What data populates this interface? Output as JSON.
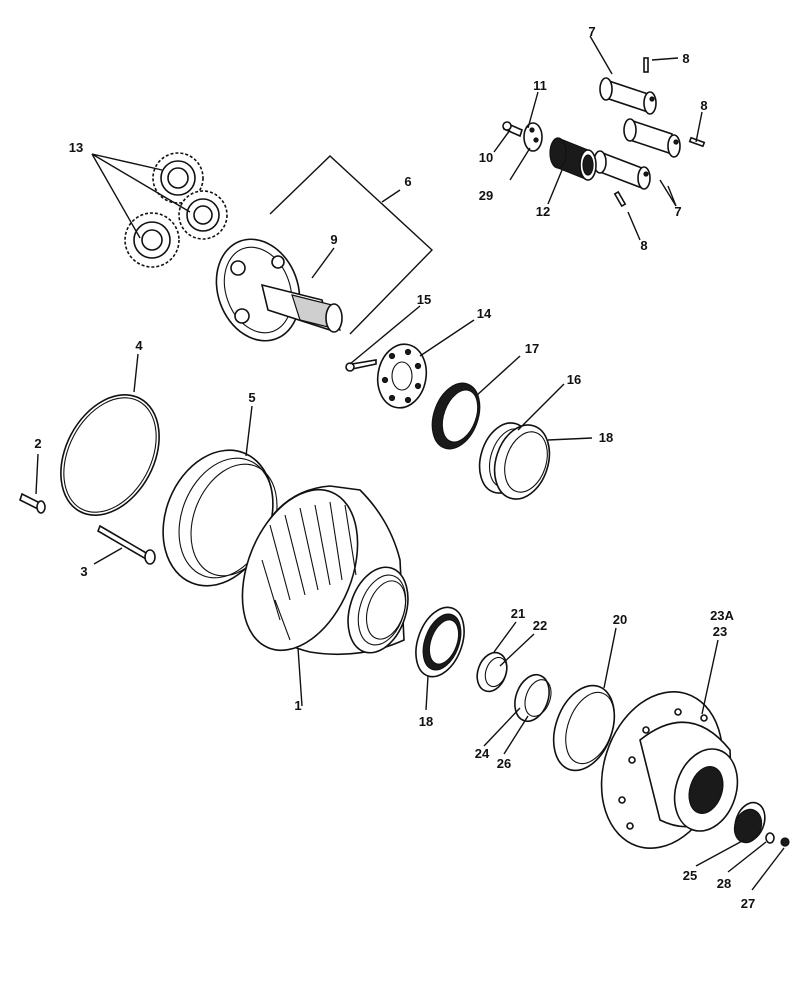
{
  "colors": {
    "line": "#111111",
    "background": "#ffffff",
    "shade": "#cfcfcf"
  },
  "callouts": {
    "c1": "1",
    "c2": "2",
    "c3": "3",
    "c4": "4",
    "c5": "5",
    "c6": "6",
    "c7a": "7",
    "c7b": "7",
    "c8a": "8",
    "c8b": "8",
    "c8c": "8",
    "c9": "9",
    "c10": "10",
    "c11": "11",
    "c12": "12",
    "c13": "13",
    "c14": "14",
    "c15": "15",
    "c16": "16",
    "c17": "17",
    "c18a": "18",
    "c18b": "18",
    "c20": "20",
    "c21": "21",
    "c22": "22",
    "c23a": "23A",
    "c23": "23",
    "c24": "24",
    "c25": "25",
    "c26": "26",
    "c27": "27",
    "c28": "28",
    "c29": "29"
  }
}
